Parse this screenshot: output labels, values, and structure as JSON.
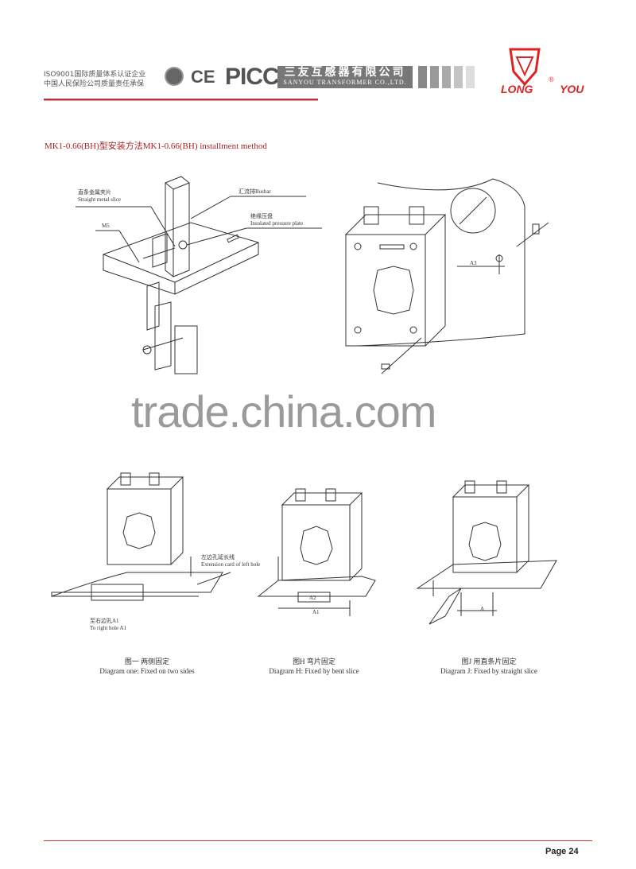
{
  "header": {
    "cert_line1": "ISO9001国际质量体系认证企业",
    "cert_line2": "中国人民保险公司质量责任承保",
    "ce_mark": "CE",
    "picc": "PICC",
    "company_cn": "三友互感器有限公司",
    "company_en": "SANYOU TRANSFORMER CO.,LTD.",
    "logo_text": "LONG YOU",
    "registered": "®",
    "accent_color": "#b33333"
  },
  "title": "MK1-0.66(BH)型安装方法MK1-0.66(BH) installment method",
  "figure_top_left": {
    "straight_slice_cn": "直条金属夹片",
    "straight_slice_en": "Straight metal slice",
    "m5": "M5",
    "busbar": "汇流排Busbar",
    "pressure_plate_cn": "绝缘压盘",
    "pressure_plate_en": "Insulated pressure plate"
  },
  "figure_top_right": {
    "a3": "A3"
  },
  "watermark": "trade.china.com",
  "diagrams": [
    {
      "caption_cn": "图一 两侧固定",
      "caption_en": "Diagram one: Fixed on two sides",
      "ext_cn": "左边孔延长线",
      "ext_en": "Extension card of left hole",
      "right_cn": "至右边孔A1",
      "right_en": "To right hole A1"
    },
    {
      "caption_cn": "图H 弯片固定",
      "caption_en": "Diagram H: Fixed by bent slice",
      "a2": "A2",
      "a1": "A1"
    },
    {
      "caption_cn": "图J 用直条片固定",
      "caption_en": "Diagram J: Fixed by straight slice",
      "a": "A"
    }
  ],
  "footer": {
    "page": "Page 24"
  }
}
